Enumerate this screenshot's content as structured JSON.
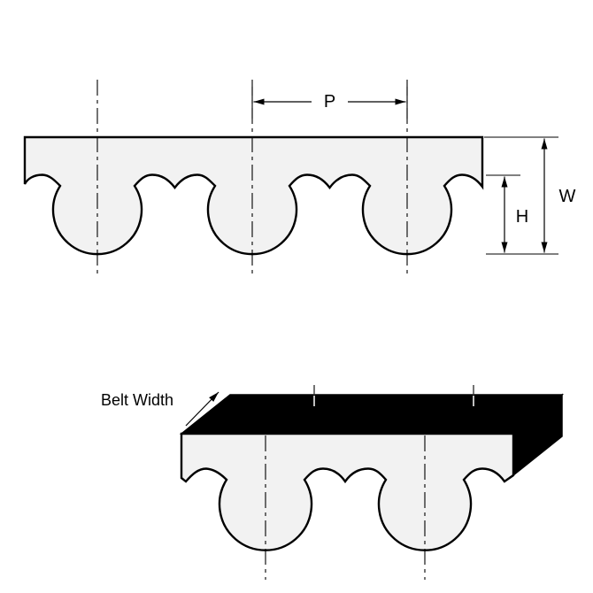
{
  "diagram": {
    "type": "technical-drawing",
    "cross_section_view": {
      "teeth_visible": 3,
      "labels": {
        "pitch": "P",
        "overall_thickness": "W",
        "tooth_height": "H"
      }
    },
    "isometric_view": {
      "teeth_visible": 2,
      "labels": {
        "belt_width": "Belt Width"
      }
    },
    "colors": {
      "line": "#000000",
      "belt_fill": "#f2f2f2",
      "solid_face": "#000000",
      "background": "#ffffff"
    }
  }
}
